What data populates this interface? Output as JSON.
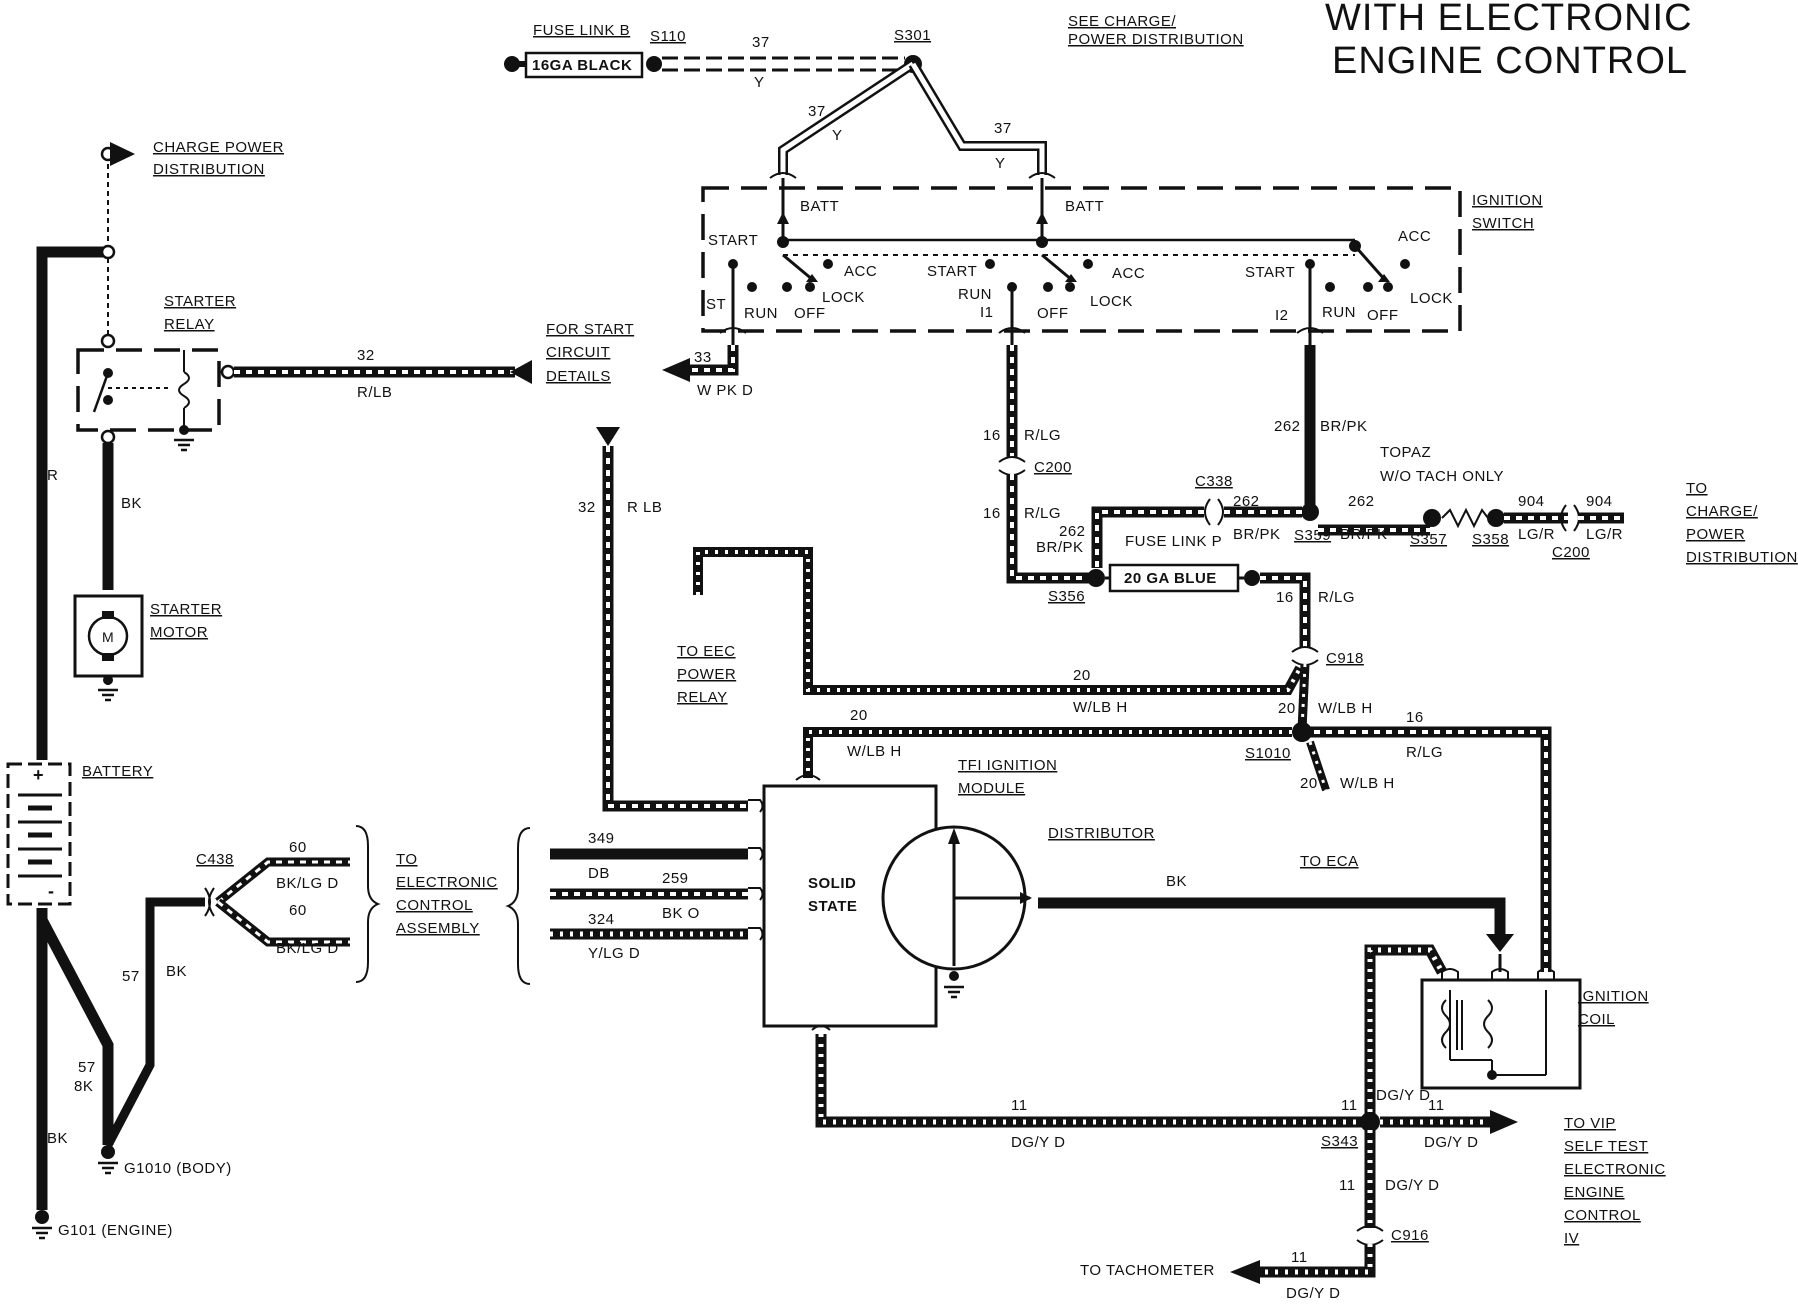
{
  "title": {
    "line1": "WITH ELECTRONIC",
    "line2": "ENGINE CONTROL"
  },
  "labels": {
    "fuse_link_b": "FUSE LINK B",
    "fuse_16ga": "16GA BLACK",
    "s110": "S110",
    "s301": "S301",
    "see_charge_1": "SEE CHARGE/",
    "see_charge_2": "POWER DISTRIBUTION",
    "charge_power_1": "CHARGE POWER",
    "charge_power_2": "DISTRIBUTION",
    "ignition_switch_1": "IGNITION",
    "ignition_switch_2": "SWITCH",
    "batt": "BATT",
    "start": "START",
    "acc": "ACC",
    "lock": "LOCK",
    "off": "OFF",
    "run": "RUN",
    "st": "ST",
    "i1": "I1",
    "i2": "I2",
    "starter_relay_1": "STARTER",
    "starter_relay_2": "RELAY",
    "for_start_1": "FOR START",
    "for_start_2": "CIRCUIT",
    "for_start_3": "DETAILS",
    "starter_motor_1": "STARTER",
    "starter_motor_2": "MOTOR",
    "motor_m": "M",
    "battery": "BATTERY",
    "battery_plus": "+",
    "battery_minus": "-",
    "c438": "C438",
    "to_eca_1": "TO",
    "to_eca_2": "ELECTRONIC",
    "to_eca_3": "CONTROL",
    "to_eca_4": "ASSEMBLY",
    "g1010": "G1010 (BODY)",
    "g101": "G101 (ENGINE)",
    "solid_1": "SOLID",
    "solid_2": "STATE",
    "tfi_1": "TFI IGNITION",
    "tfi_2": "MODULE",
    "distributor": "DISTRIBUTOR",
    "to_eca_right": "TO ECA",
    "ign_coil_1": "IGNITION",
    "ign_coil_2": "COIL",
    "to_eec_1": "TO EEC",
    "to_eec_2": "POWER",
    "to_eec_3": "RELAY",
    "c200": "C200",
    "c338": "C338",
    "s359": "S359",
    "s357": "S357",
    "s358": "S358",
    "s356": "S356",
    "c918": "C918",
    "s1010": "S1010",
    "fuse_link_p": "FUSE LINK P",
    "fuse_20ga": "20 GA BLUE",
    "topaz_1": "TOPAZ",
    "topaz_2": "W/O TACH ONLY",
    "to_charge_1": "TO",
    "to_charge_2": "CHARGE/",
    "to_charge_3": "POWER",
    "to_charge_4": "DISTRIBUTION",
    "s343": "S343",
    "c916": "C916",
    "to_vip_1": "TO VIP",
    "to_vip_2": "SELF TEST",
    "to_vip_3": "ELECTRONIC",
    "to_vip_4": "ENGINE",
    "to_vip_5": "CONTROL",
    "to_vip_6": "IV",
    "to_tach": "TO TACHOMETER"
  },
  "wires": {
    "w37": "37",
    "y": "Y",
    "w32": "32",
    "r_lb": "R/LB",
    "r_lb2": "R LB",
    "w33": "33",
    "w_pk_d": "W PK D",
    "r": "R",
    "bk": "BK",
    "w16": "16",
    "r_lg": "R/LG",
    "w262": "262",
    "br_pk": "BR/PK",
    "w904": "904",
    "lg_r": "LG/R",
    "w20": "20",
    "w_lb_h": "W/LB H",
    "w60": "60",
    "bk_lg_d": "BK/LG D",
    "w57": "57",
    "w57_bk": "8K",
    "w349": "349",
    "db": "DB",
    "w259": "259",
    "bk_o": "BK O",
    "w324": "324",
    "y_lg_d": "Y/LG D",
    "w11": "11",
    "dg_y_d": "DG/Y D"
  }
}
